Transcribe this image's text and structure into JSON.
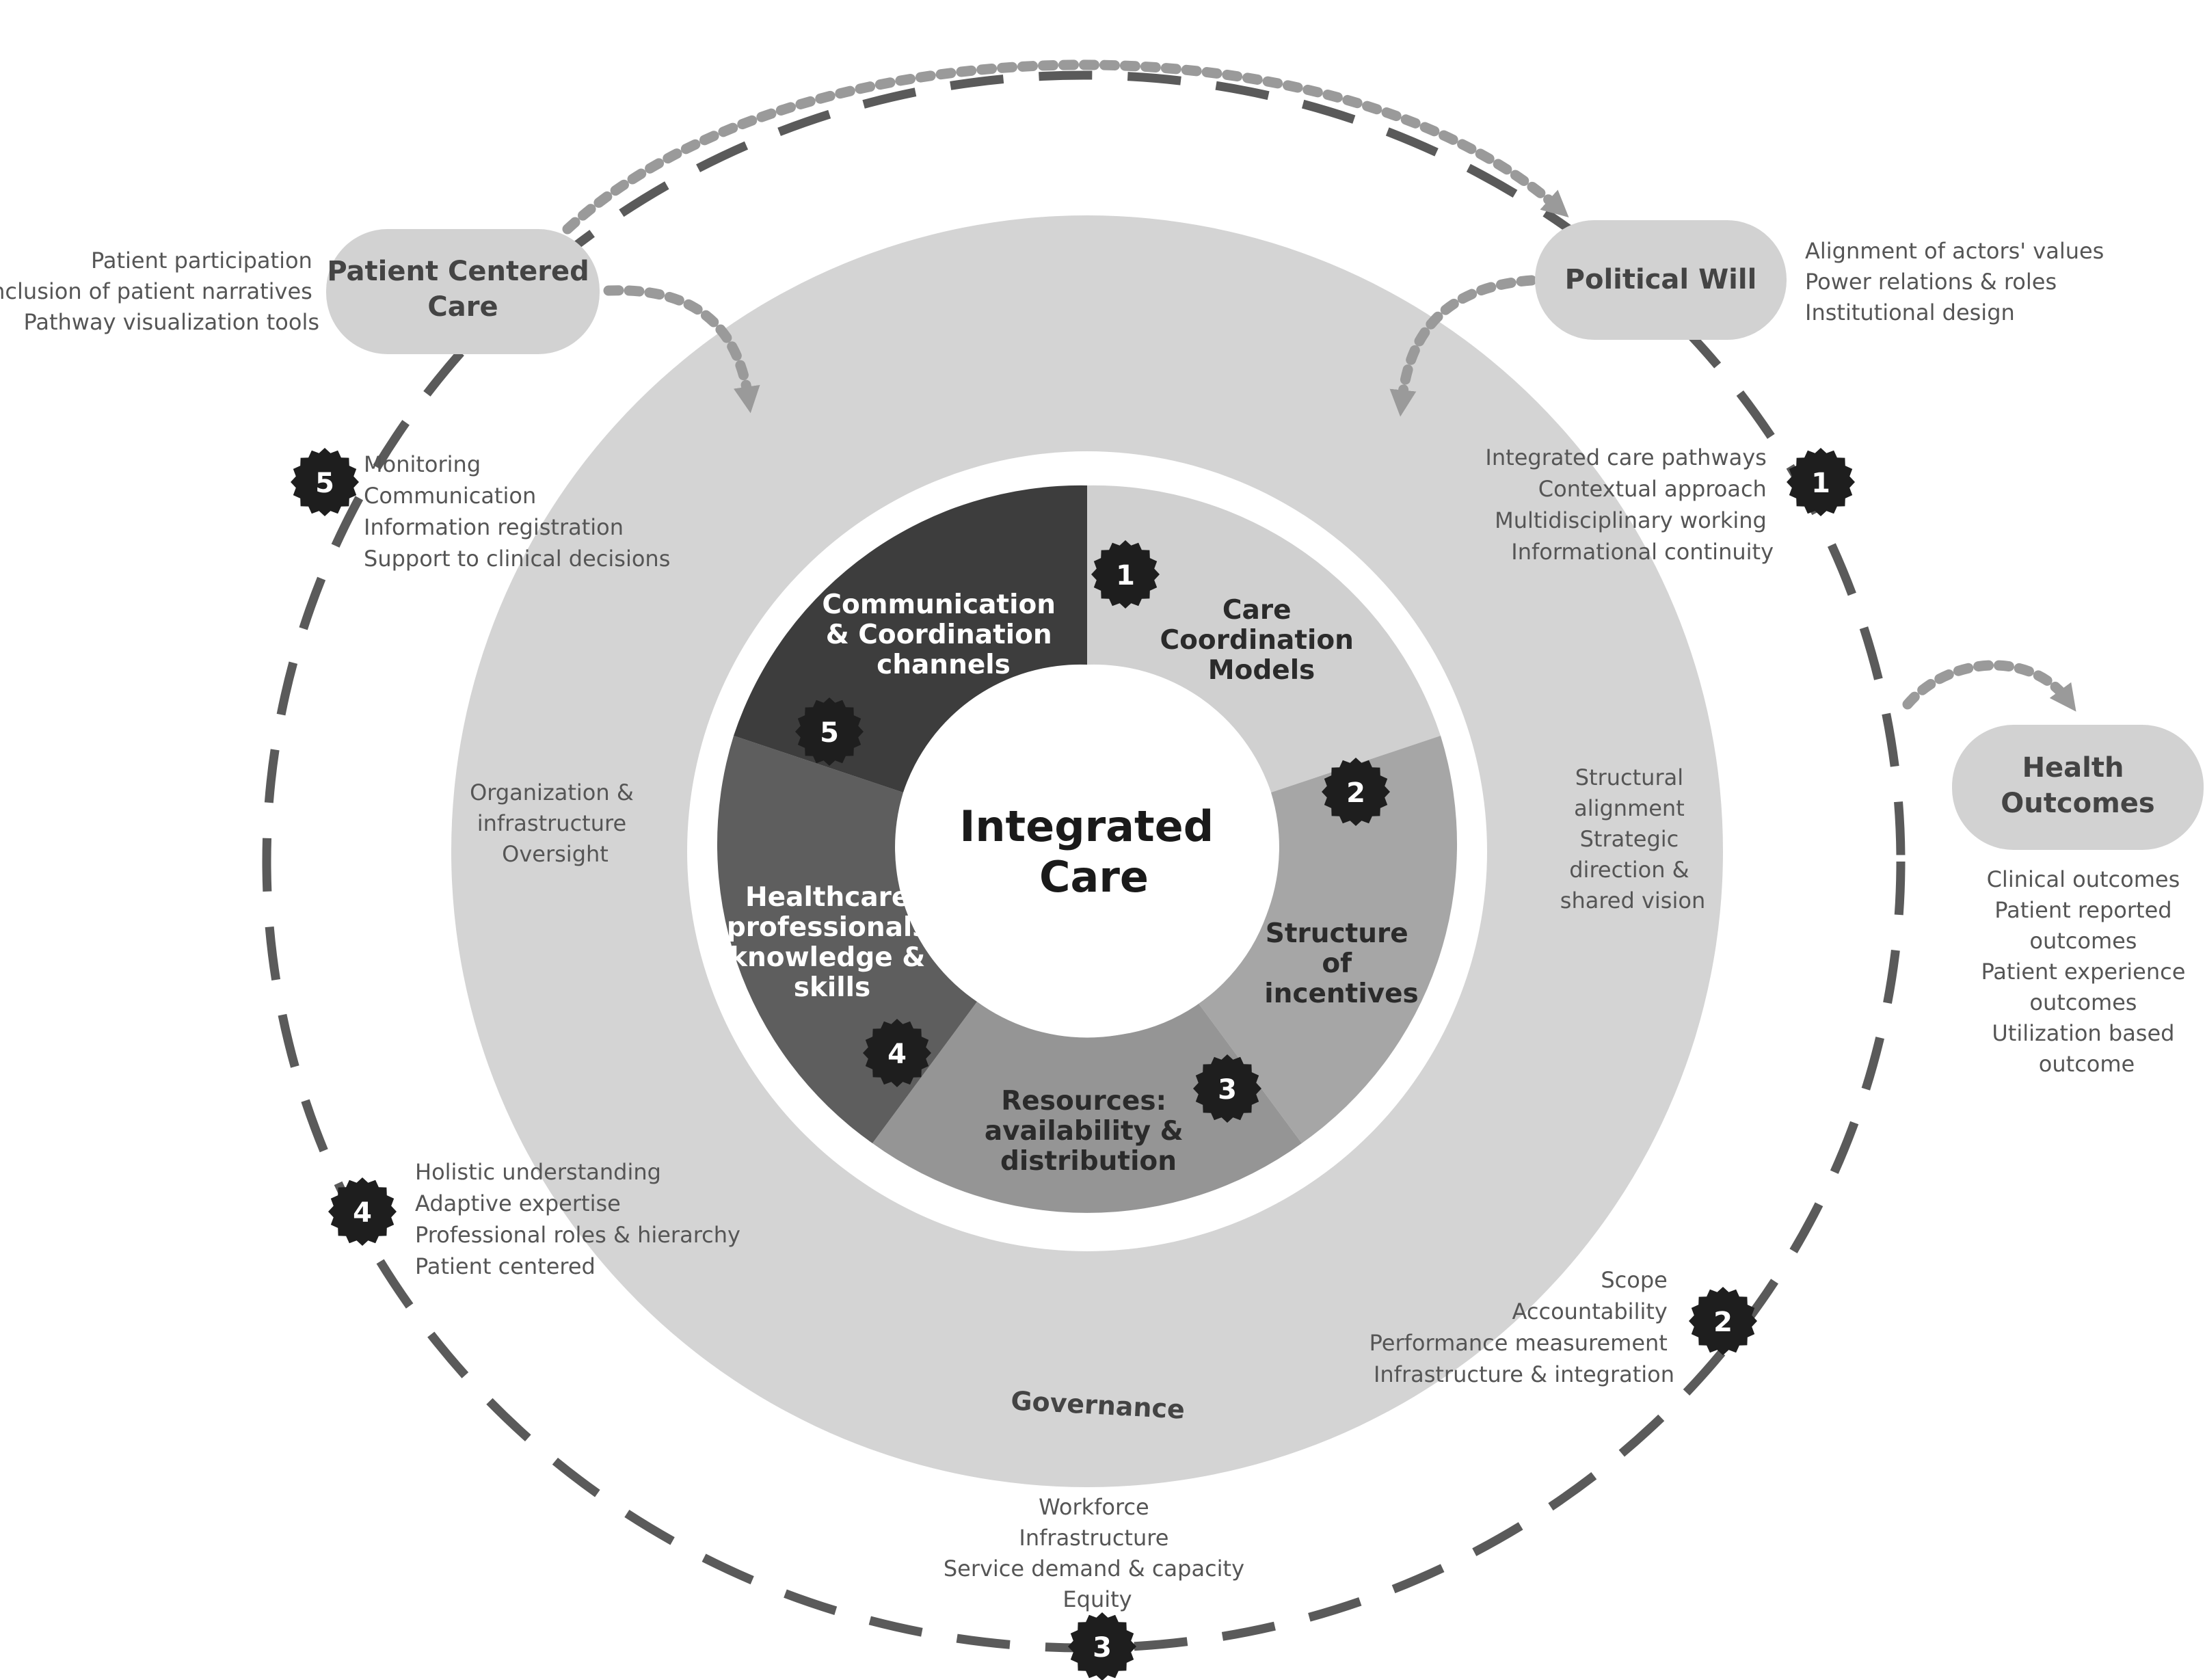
{
  "center": {
    "line1": "Integrated",
    "line2": "Care"
  },
  "governance_label": "Governance",
  "segments": [
    {
      "id": "care-coordination-models",
      "number": "1",
      "lines": [
        "Care",
        "Coordination",
        "Models"
      ]
    },
    {
      "id": "structure-of-incentives",
      "number": "2",
      "lines": [
        "Structure",
        "of",
        "incentives"
      ]
    },
    {
      "id": "resources-availability",
      "number": "3",
      "lines": [
        "Resources:",
        "availability &",
        "distribution"
      ]
    },
    {
      "id": "healthcare-professionals",
      "number": "4",
      "lines": [
        "Healthcare",
        "professionals",
        "knowledge &",
        "skills"
      ]
    },
    {
      "id": "communication-coordination",
      "number": "5",
      "lines": [
        "Communication",
        "& Coordination",
        "channels"
      ]
    }
  ],
  "outer_items": [
    {
      "number": "1",
      "lines": [
        "Integrated care pathways",
        "Contextual approach",
        "Multidisciplinary working",
        "Informational continuity"
      ]
    },
    {
      "number": "2",
      "lines": [
        "Scope",
        "Accountability",
        "Performance measurement",
        "Infrastructure & integration"
      ]
    },
    {
      "number": "3",
      "lines": [
        "Workforce",
        "Infrastructure",
        "Service demand & capacity",
        "Equity"
      ]
    },
    {
      "number": "4",
      "lines": [
        "Holistic understanding",
        "Adaptive expertise",
        "Professional roles & hierarchy",
        "Patient centered"
      ]
    },
    {
      "number": "5",
      "lines": [
        "Monitoring",
        "Communication",
        "Information registration",
        "Support to clinical decisions"
      ]
    }
  ],
  "ring_notes": {
    "left": [
      "Organization &",
      "infrastructure",
      "Oversight"
    ],
    "right": [
      "Structural",
      "alignment",
      "Strategic",
      "direction &",
      "shared vision"
    ]
  },
  "pills": {
    "patient_centered": {
      "title": [
        "Patient Centered",
        "Care"
      ],
      "notes": [
        "Patient participation",
        "Inclusion of patient narratives",
        "Pathway visualization tools"
      ]
    },
    "political_will": {
      "title": [
        "Political Will"
      ],
      "notes": [
        "Alignment of actors' values",
        "Power relations & roles",
        "Institutional design"
      ]
    },
    "health_outcomes": {
      "title": [
        "Health",
        "Outcomes"
      ],
      "notes": [
        "Clinical outcomes",
        "Patient reported",
        "outcomes",
        "Patient experience",
        "outcomes",
        "Utilization based",
        "outcome"
      ]
    }
  },
  "colors": {
    "outer_ring": "#d4d4d4",
    "seg1": "#d0d0d0",
    "seg2": "#a6a6a6",
    "seg3": "#959595",
    "seg4": "#5e5e5e",
    "seg5": "#3d3d3d",
    "badge": "#1e1e1e",
    "dash": "#5a5a5a",
    "arrow": "#9a9a9a",
    "pill": "#d2d2d2"
  }
}
